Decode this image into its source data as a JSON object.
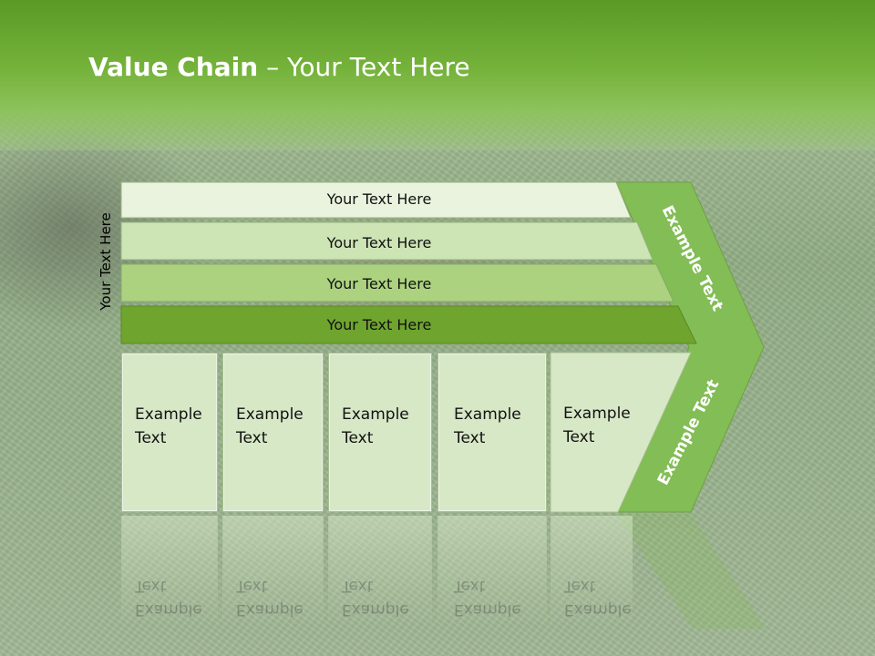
{
  "title": {
    "bold": "Value Chain",
    "rest": " – Your Text Here"
  },
  "side_label": "Your Text Here",
  "bands": [
    {
      "label": "Your Text Here",
      "color": "#e9f3de"
    },
    {
      "label": "Your Text Here",
      "color": "#cde4b5"
    },
    {
      "label": "Your Text Here",
      "color": "#acd27f"
    },
    {
      "label": "Your Text Here",
      "color": "#6fa42f"
    }
  ],
  "columns": [
    {
      "line1": "Example",
      "line2": "Text"
    },
    {
      "line1": "Example",
      "line2": "Text"
    },
    {
      "line1": "Example",
      "line2": "Text"
    },
    {
      "line1": "Example",
      "line2": "Text"
    },
    {
      "line1": "Example",
      "line2": "Text"
    }
  ],
  "chevron": {
    "upper_label": "Example Text",
    "lower_label": "Example Text",
    "color": "#82bd55"
  },
  "colors": {
    "header_green": "#6aaa30",
    "cell_fill": "#d7e8c6"
  }
}
